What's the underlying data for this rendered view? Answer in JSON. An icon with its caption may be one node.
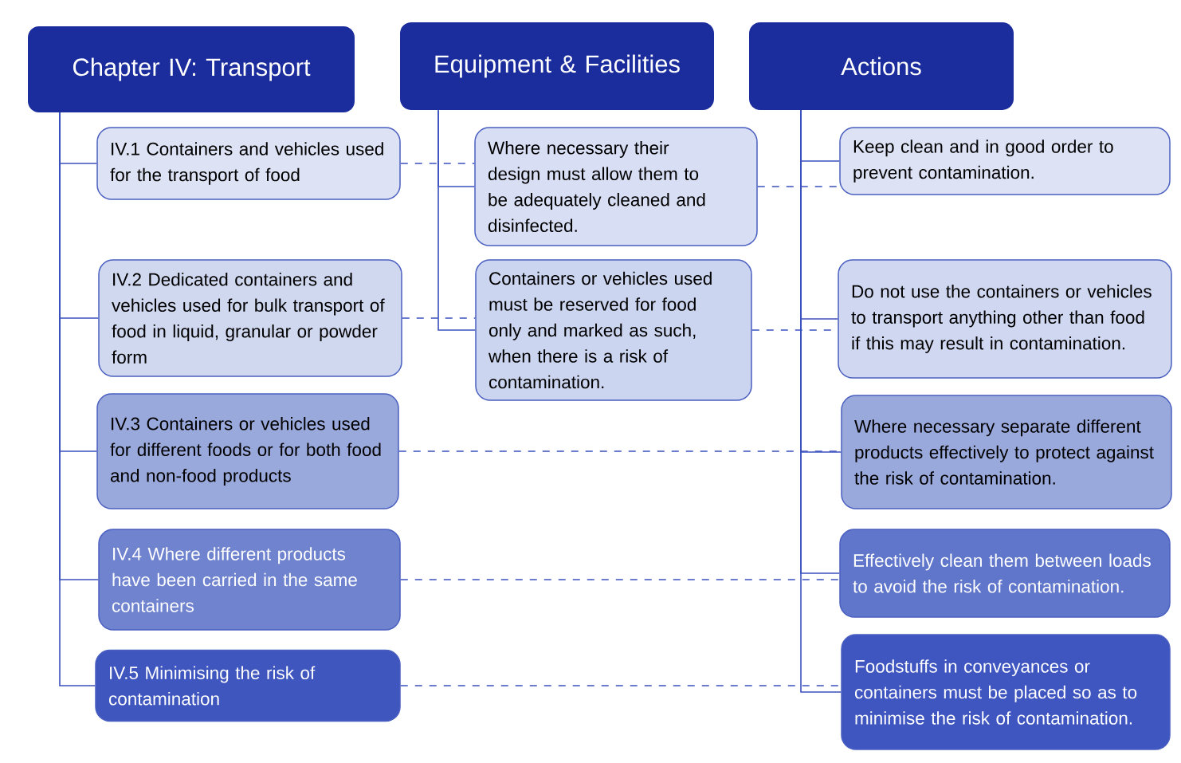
{
  "diagram": {
    "nodes": [
      {
        "text": [
          "Chapter IV: Transport"
        ]
      },
      {
        "text": [
          "Equipment & Facilities"
        ]
      },
      {
        "text": [
          "Actions"
        ]
      },
      {
        "text": [
          "IV.1 Containers and vehicles used for the transport of food"
        ]
      },
      {
        "text": [
          "IV.2 Dedicated containers and vehicles used for bulk transport of food in liquid, granular or powder form"
        ]
      },
      {
        "text": [
          "IV.3 Containers or vehicles used for different foods or for both food and non-food products"
        ]
      },
      {
        "text": [
          "IV.4 Where different products have been carried in the same containers"
        ]
      },
      {
        "text": [
          "IV.5 Minimising the risk of contamination"
        ]
      },
      {
        "text": [
          "Where necessary their design must allow them to be adequately cleaned and disinfected."
        ]
      },
      {
        "text": [
          "Containers or vehicles used must be reserved for food only and marked as such, when there is a risk of contamination."
        ]
      },
      {
        "text": [
          "Keep clean and in good order to prevent contamination."
        ]
      },
      {
        "text": [
          "Do not use the containers or vehicles to transport anything other than food if this may result in contamination."
        ]
      },
      {
        "text": [
          "Where necessary separate different products effectively to protect against the risk of contamination."
        ]
      },
      {
        "text": [
          "Effectively clean them between loads to avoid the risk of contamination."
        ]
      },
      {
        "text": [
          "Foodstuffs in conveyances or containers must be placed so as to minimise the risk of contamination."
        ]
      }
    ],
    "edges": [
      {
        "from": 0,
        "to": 3,
        "arrow": "none"
      },
      {
        "from": 0,
        "to": 4,
        "arrow": "none"
      },
      {
        "from": 0,
        "to": 5,
        "arrow": "none"
      },
      {
        "from": 0,
        "to": 6,
        "arrow": "none"
      },
      {
        "from": 0,
        "to": 7,
        "arrow": "none"
      },
      {
        "from": 1,
        "to": 8,
        "arrow": "none"
      },
      {
        "from": 1,
        "to": 9,
        "arrow": "none"
      },
      {
        "from": 2,
        "to": 10,
        "arrow": "none"
      },
      {
        "from": 2,
        "to": 11,
        "arrow": "none"
      },
      {
        "from": 2,
        "to": 12,
        "arrow": "none"
      },
      {
        "from": 2,
        "to": 13,
        "arrow": "none"
      },
      {
        "from": 2,
        "to": 14,
        "arrow": "none"
      },
      {
        "from": 3,
        "to": 8,
        "arrow": "none",
        "style": "dashed"
      },
      {
        "from": 8,
        "to": 10,
        "arrow": "none",
        "style": "dashed"
      },
      {
        "from": 4,
        "to": 9,
        "arrow": "none",
        "style": "dashed"
      },
      {
        "from": 9,
        "to": 11,
        "arrow": "none",
        "style": "dashed"
      },
      {
        "from": 5,
        "to": 12,
        "arrow": "none",
        "style": "dashed"
      },
      {
        "from": 6,
        "to": 13,
        "arrow": "none",
        "style": "dashed"
      },
      {
        "from": 7,
        "to": 14,
        "arrow": "none",
        "style": "dashed"
      }
    ]
  }
}
